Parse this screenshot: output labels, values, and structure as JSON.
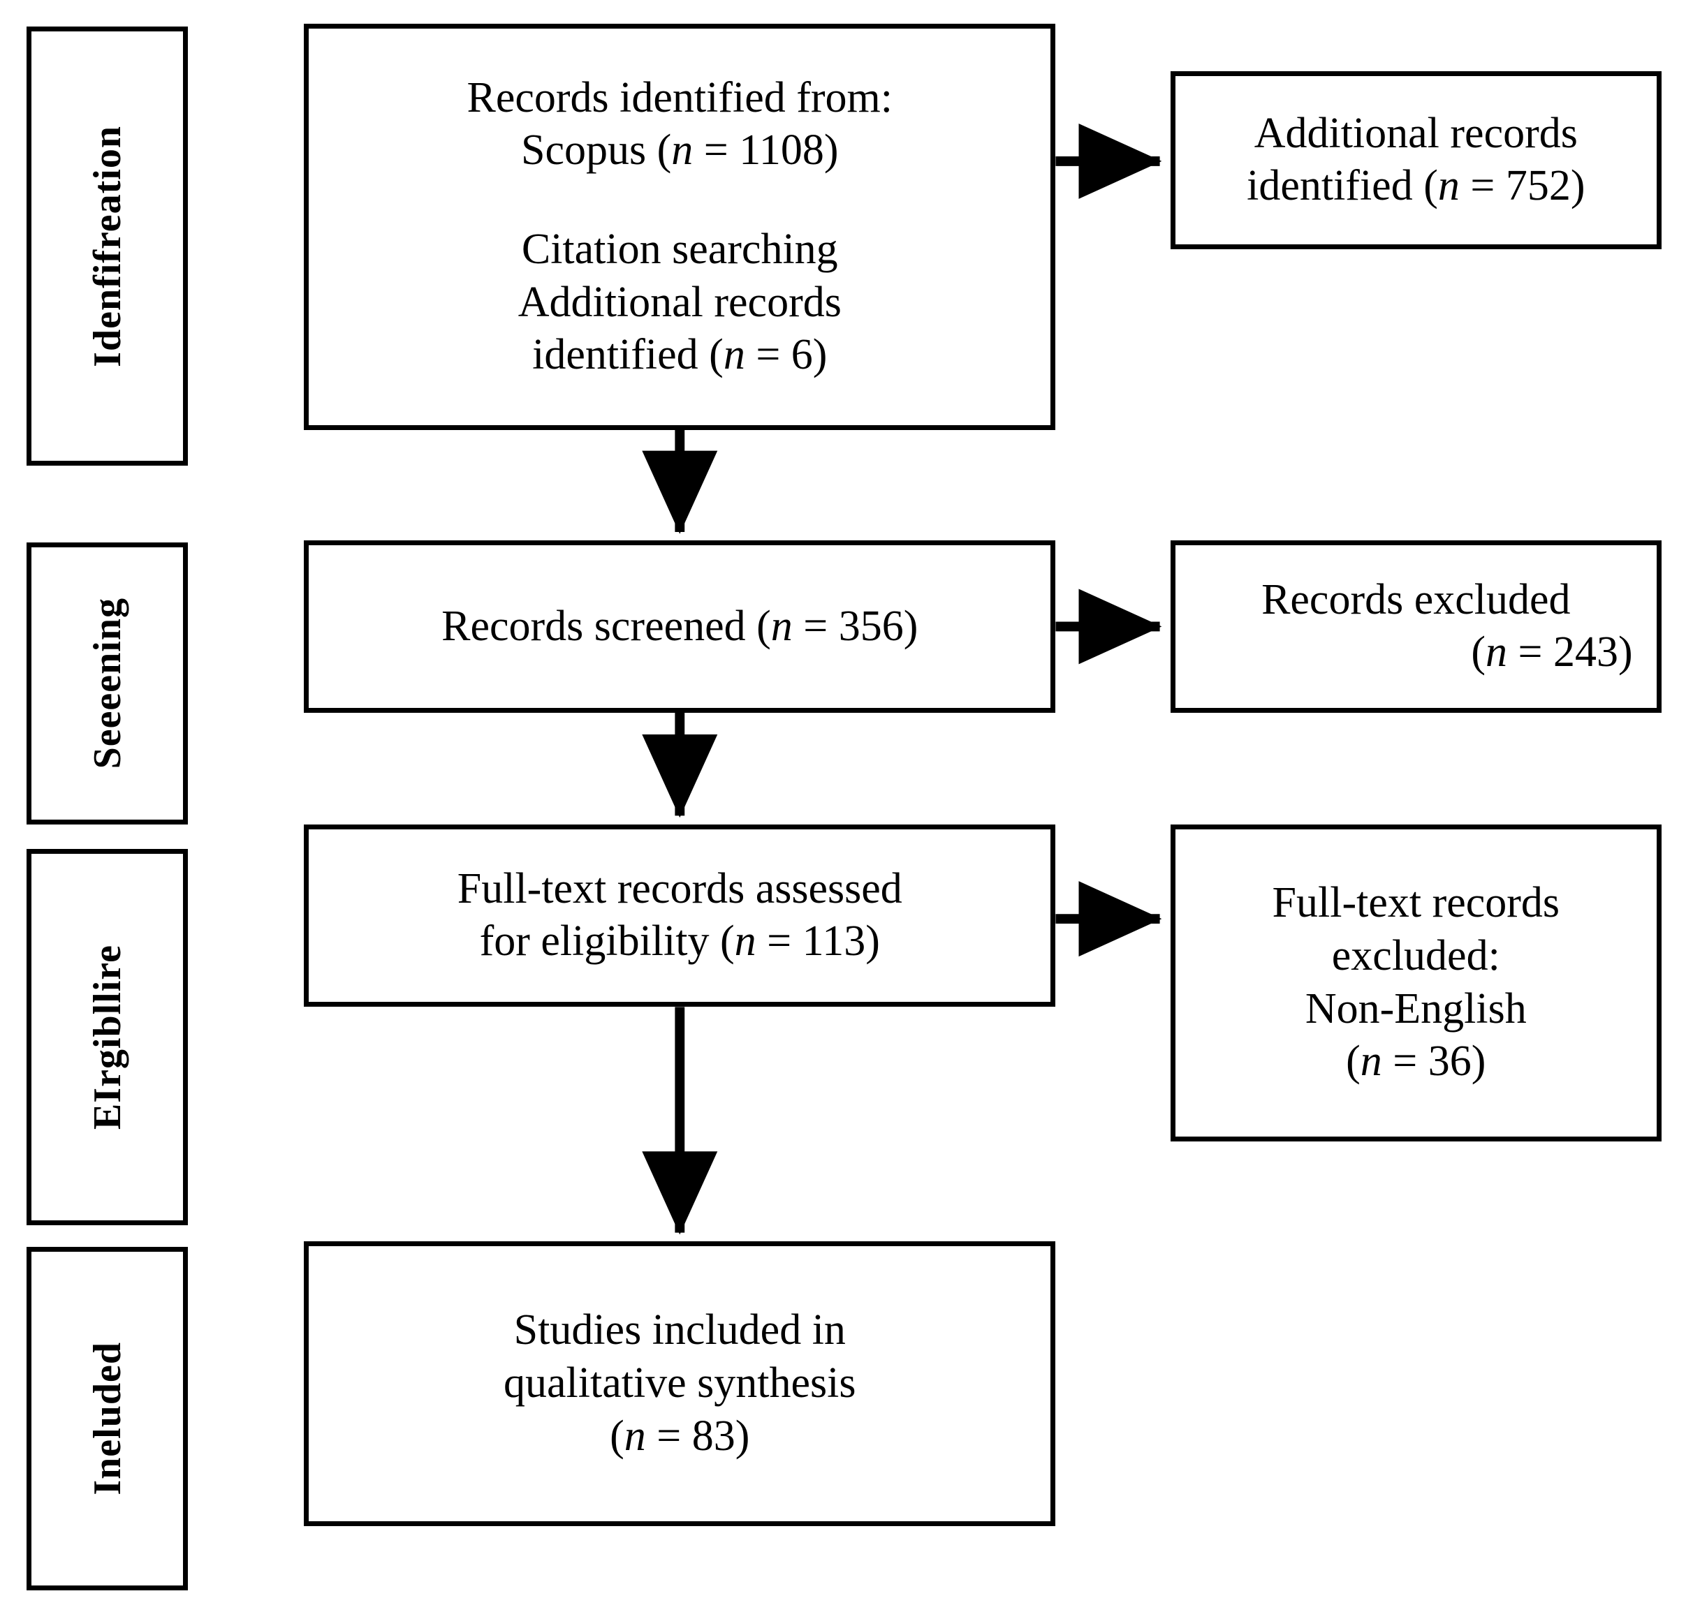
{
  "diagram": {
    "type": "prisma-flow-diagram",
    "title": "PRISMA study selection flow diagram",
    "colors": {
      "line": "#000000",
      "box_fill": "#ffffff",
      "text": "#000000"
    }
  },
  "stages": [
    {
      "id": "identification",
      "label": "Idenfifreation"
    },
    {
      "id": "screening",
      "label": "Seeeening"
    },
    {
      "id": "eligibility",
      "label": "EIrgibllire"
    },
    {
      "id": "included",
      "label": "Ineluded"
    }
  ],
  "boxes": {
    "identified": {
      "name": "records-identified-box",
      "lines": [
        {
          "text": "Records identified from:",
          "align": "center",
          "gap_above": false
        },
        {
          "text": "Scopus (n = 1108)",
          "align": "center",
          "gap_above": false,
          "italic_n": true
        },
        {
          "text": "Citation searching",
          "align": "center",
          "gap_above": true
        },
        {
          "text": "Additional records",
          "align": "center",
          "gap_above": false
        },
        {
          "text": "identified (n = 6)",
          "align": "center",
          "gap_above": false,
          "italic_n": true
        }
      ]
    },
    "additional_identified": {
      "name": "additional-records-identified-box",
      "lines": [
        {
          "text": "Additional records",
          "align": "center",
          "gap_above": false
        },
        {
          "text": "identified (n = 752)",
          "align": "center",
          "gap_above": false,
          "italic_n": true
        }
      ]
    },
    "screened": {
      "name": "records-screened-box",
      "lines": [
        {
          "text": "Records screened (n = 356)",
          "align": "center",
          "gap_above": false,
          "italic_n": true
        }
      ]
    },
    "records_excluded": {
      "name": "records-excluded-box",
      "lines": [
        {
          "text": "Records excluded",
          "align": "center",
          "gap_above": false
        },
        {
          "text": "(n = 243)",
          "align": "right",
          "gap_above": false,
          "italic_n": true
        }
      ]
    },
    "fulltext_assessed": {
      "name": "fulltext-assessed-box",
      "lines": [
        {
          "text": "Full-text records assessed",
          "align": "center",
          "gap_above": false
        },
        {
          "text": "for eligibility (n = 113)",
          "align": "center",
          "gap_above": false,
          "italic_n": true
        }
      ]
    },
    "fulltext_excluded": {
      "name": "fulltext-excluded-box",
      "lines": [
        {
          "text": "Full-text records",
          "align": "center",
          "gap_above": false
        },
        {
          "text": "excluded:",
          "align": "center",
          "gap_above": false
        },
        {
          "text": "Non-English",
          "align": "center",
          "gap_above": false
        },
        {
          "text": "(n = 36)",
          "align": "center",
          "gap_above": false,
          "italic_n": true
        }
      ]
    },
    "included_studies": {
      "name": "studies-included-box",
      "lines": [
        {
          "text": "Studies included in",
          "align": "center",
          "gap_above": false
        },
        {
          "text": "qualitative synthesis",
          "align": "center",
          "gap_above": false
        },
        {
          "text": "(n = 83)",
          "align": "center",
          "gap_above": false,
          "italic_n": true
        }
      ]
    }
  },
  "counts": {
    "scopus": 1108,
    "citation_searching_additional": 6,
    "additional_identified": 752,
    "records_screened": 356,
    "records_excluded": 243,
    "fulltext_assessed": 113,
    "fulltext_excluded_non_english": 36,
    "studies_included": 83
  },
  "arrows": [
    {
      "name": "arrow-identified-to-additional",
      "direction": "right"
    },
    {
      "name": "arrow-identified-to-screened",
      "direction": "down"
    },
    {
      "name": "arrow-screened-to-excluded",
      "direction": "right"
    },
    {
      "name": "arrow-screened-to-fulltext",
      "direction": "down"
    },
    {
      "name": "arrow-fulltext-to-excluded",
      "direction": "right"
    },
    {
      "name": "arrow-fulltext-to-included",
      "direction": "down"
    }
  ]
}
